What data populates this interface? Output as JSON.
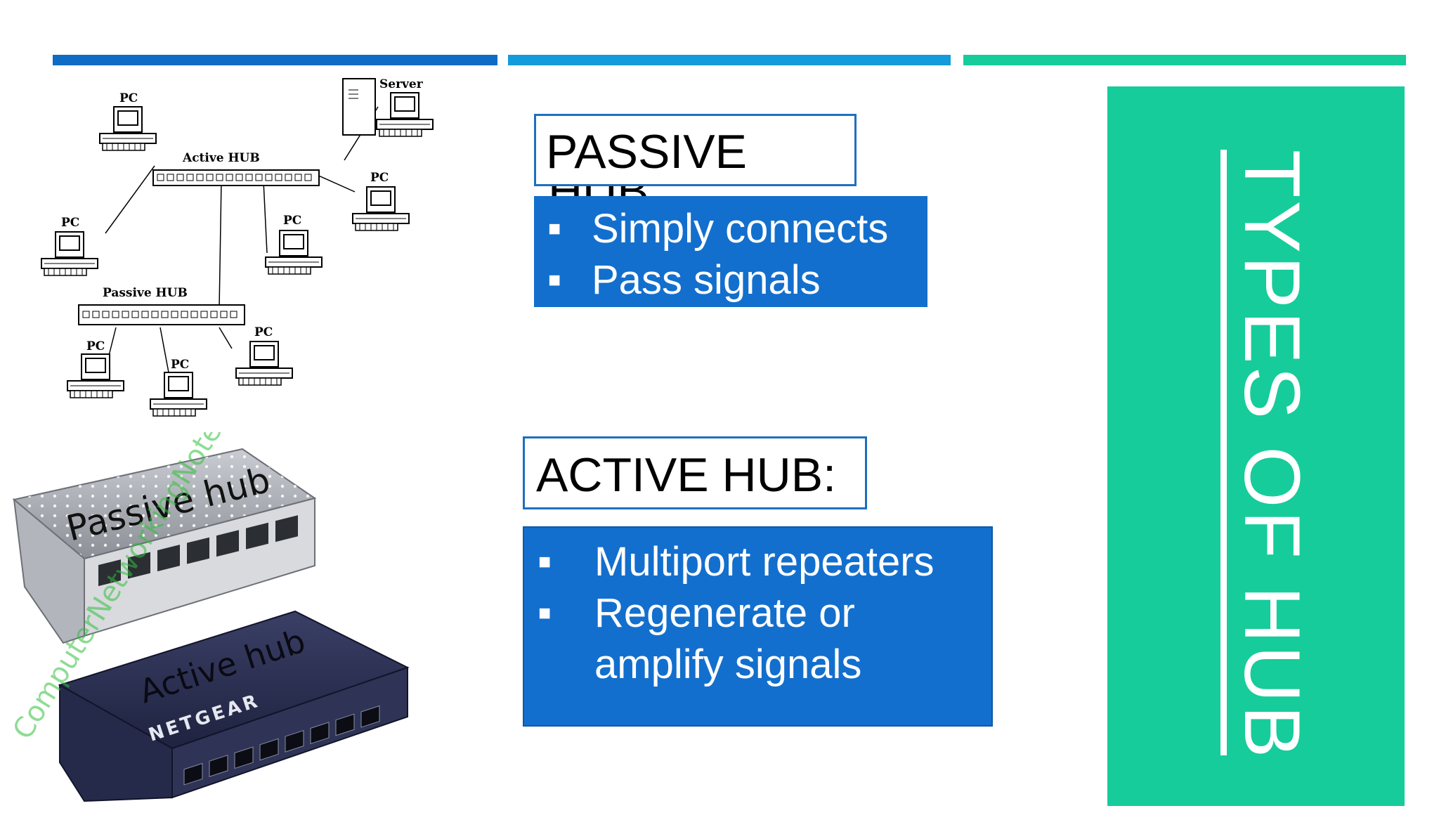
{
  "diagram": {
    "labels": {
      "server": "Server",
      "active_hub": "Active HUB",
      "passive_hub": "Passive HUB",
      "pc": "PC"
    }
  },
  "photo": {
    "passive_label": "Passive hub",
    "active_label": "Active hub",
    "brand": "NETGEAR",
    "watermark": "ComputerNetworkingNotes.com"
  },
  "passive": {
    "title": "PASSIVE",
    "title_overflow": "HUB",
    "bullets": [
      "Simply connects",
      "Pass signals"
    ]
  },
  "active": {
    "title": "ACTIVE HUB:",
    "bullets": [
      "Multiport repeaters",
      "Regenerate or amplify signals"
    ]
  },
  "sidebar": {
    "title": "TYPES OF HUB"
  },
  "colors": {
    "bar_left": "#0f6cc4",
    "bar_middle": "#149bdb",
    "bar_right": "#16cc9b",
    "content_box": "#136fcd",
    "side_panel": "#16cc9b"
  }
}
